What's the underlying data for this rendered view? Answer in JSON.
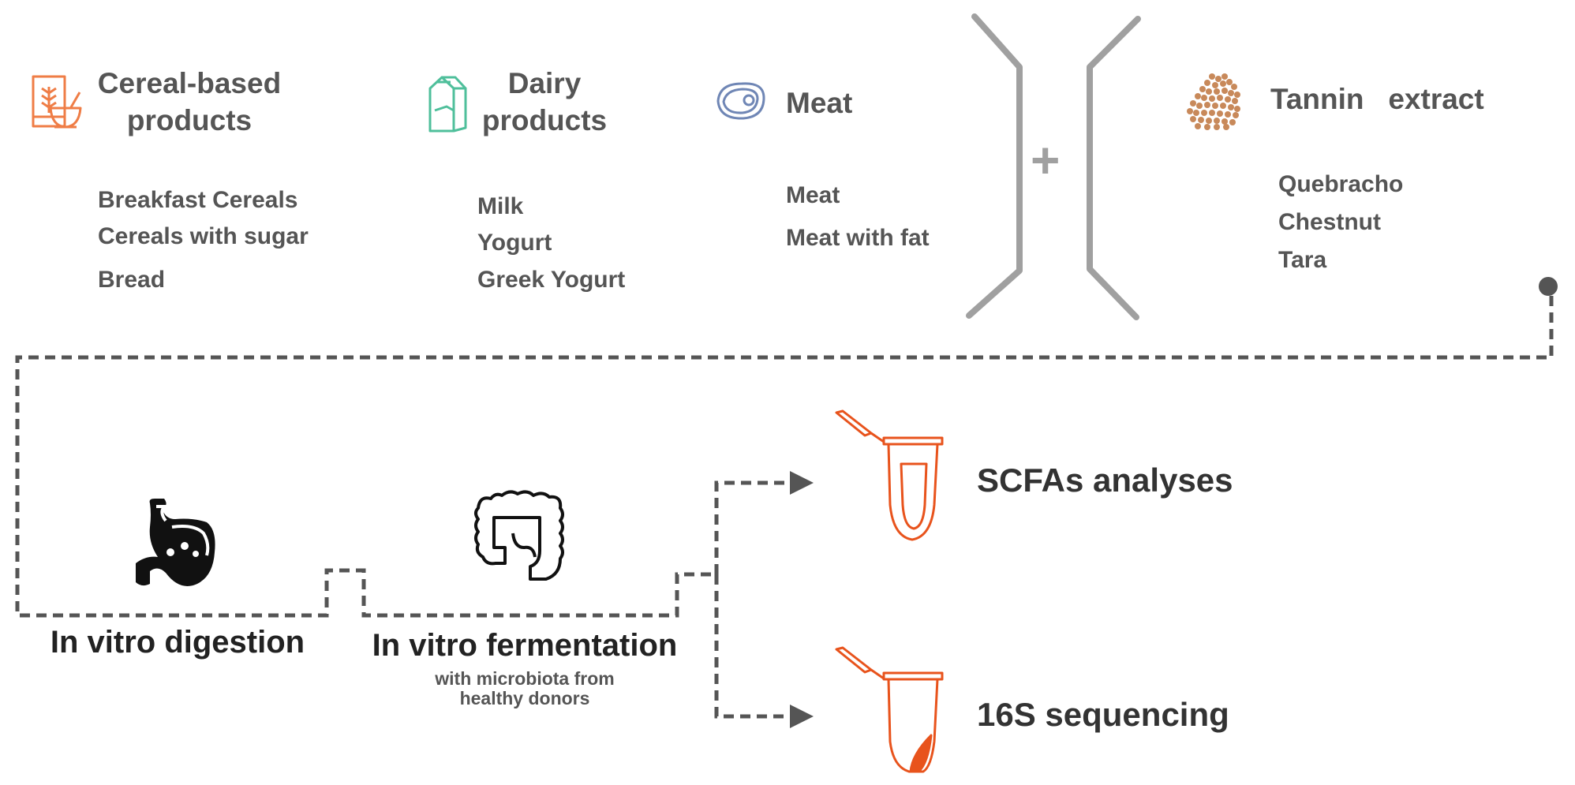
{
  "food_groups": [
    {
      "icon": "cereal-bowl-icon",
      "title": [
        "Cereal-based",
        "products"
      ],
      "items": [
        "Breakfast Cereals",
        "Cereals with sugar",
        "Bread"
      ],
      "color": "#ef7d46"
    },
    {
      "icon": "milk-carton-icon",
      "title": [
        "Dairy",
        "products"
      ],
      "items": [
        "Milk",
        "Yogurt",
        "Greek Yogurt"
      ],
      "color": "#4fbf9b"
    },
    {
      "icon": "meat-steak-icon",
      "title": [
        "Meat"
      ],
      "items": [
        "Meat",
        "Meat with fat"
      ],
      "color": "#6f86b5"
    }
  ],
  "plus_symbol": "+",
  "tannin": {
    "icon": "tannin-powder-icon",
    "title": "Tannin   extract",
    "items": [
      "Quebracho",
      "Chestnut",
      "Tara"
    ],
    "color": "#c8895a"
  },
  "process": [
    {
      "icon": "stomach-icon",
      "label": "In vitro digestion"
    },
    {
      "icon": "intestine-icon",
      "label": "In vitro fermentation",
      "note": [
        "with microbiota from",
        "healthy donors"
      ]
    }
  ],
  "results": [
    {
      "icon": "tube-icon",
      "label": "SCFAs analyses"
    },
    {
      "icon": "tube-icon",
      "label": "16S sequencing"
    }
  ],
  "colors": {
    "text_gray": "#555555",
    "bracket_gray": "#a0a0a0",
    "flow_dash": "#555555",
    "tube_orange": "#e8531c"
  }
}
